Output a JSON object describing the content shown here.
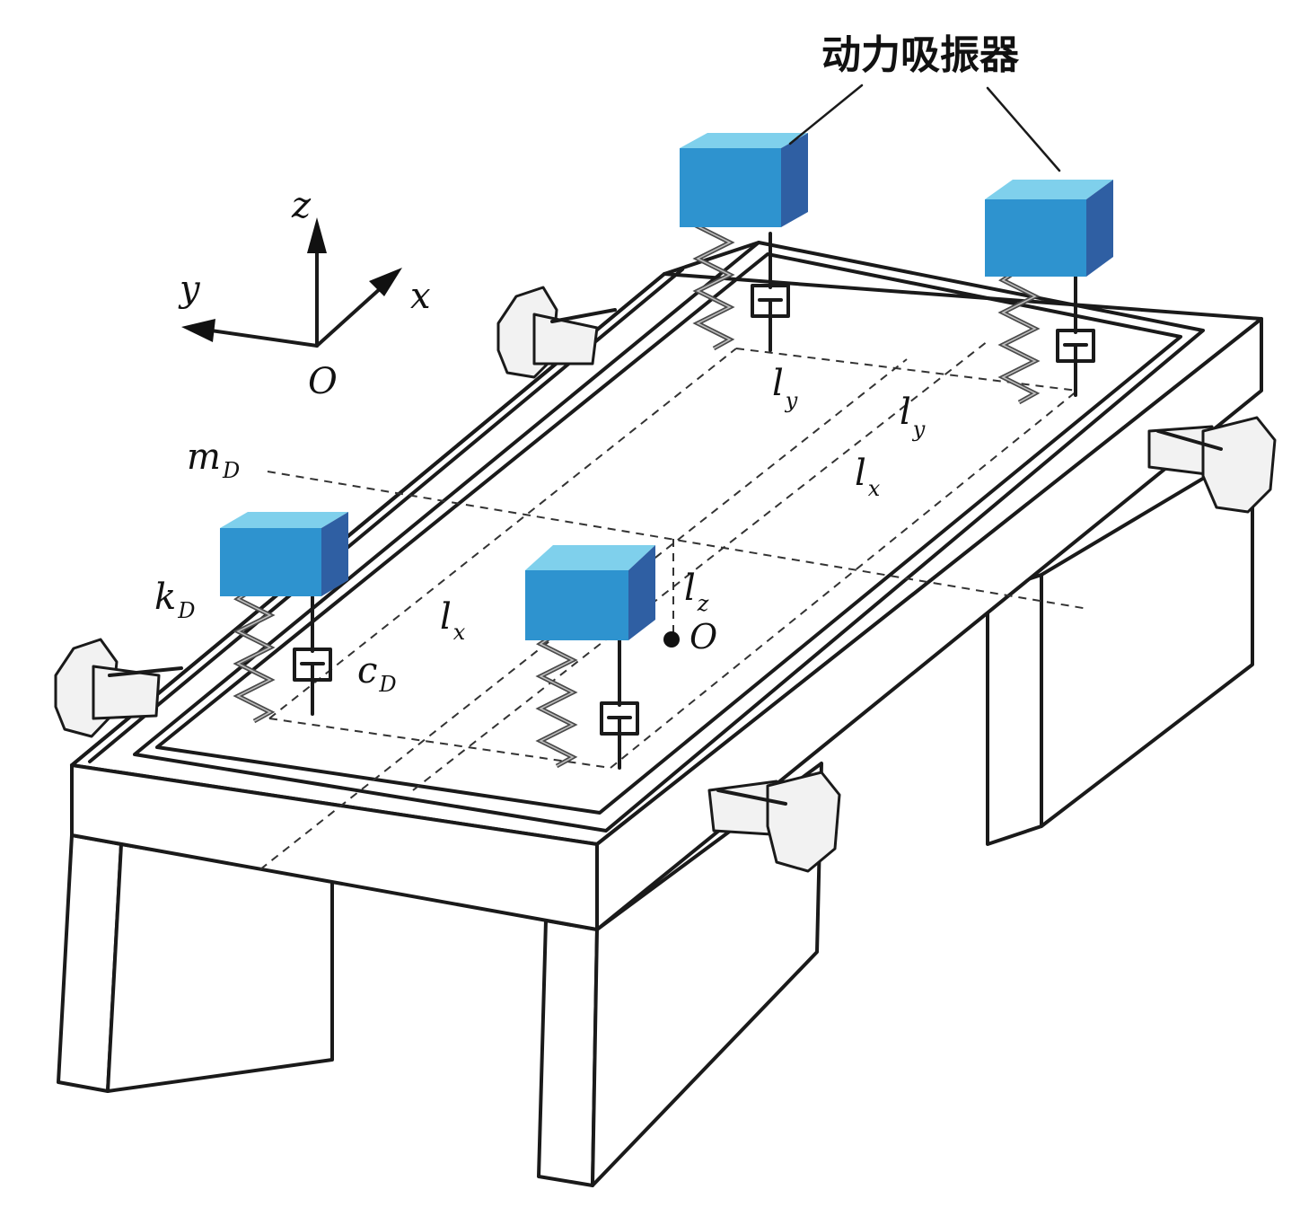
{
  "callout_title": "动力吸振器",
  "axes": {
    "x": "x",
    "y": "y",
    "z": "z",
    "origin": "O"
  },
  "labels": {
    "mass": {
      "main": "m",
      "sub": "D"
    },
    "stiffness": {
      "main": "k",
      "sub": "D"
    },
    "damping": {
      "main": "c",
      "sub": "D"
    },
    "ly_1": {
      "main": "l",
      "sub": "y"
    },
    "ly_2": {
      "main": "l",
      "sub": "y"
    },
    "lx_1": {
      "main": "l",
      "sub": "x"
    },
    "lx_2": {
      "main": "l",
      "sub": "x"
    },
    "lz": {
      "main": "l",
      "sub": "z"
    },
    "center": "O"
  },
  "colors": {
    "absorber_top": "#7fd0ec",
    "absorber_front": "#2e93cf",
    "absorber_side": "#2f5fa3",
    "line": "#1a1a1a"
  }
}
